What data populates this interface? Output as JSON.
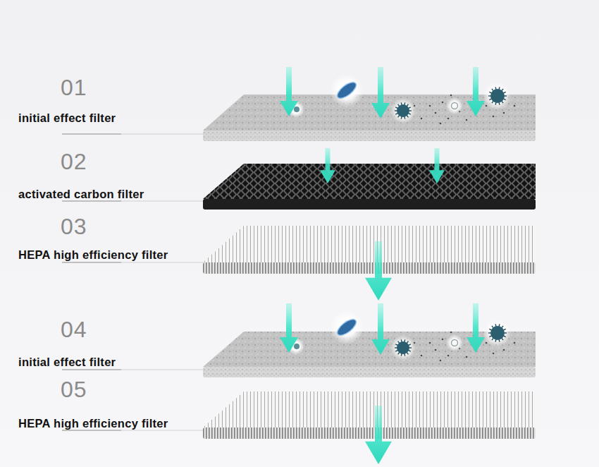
{
  "diagram": {
    "labels": [
      "01",
      "initial effect filter",
      "02",
      "activated carbon filter",
      "03",
      "HEPA high efficiency filter",
      "04",
      "initial effect filter",
      "05",
      "HEPA high efficiency filter"
    ]
  }
}
